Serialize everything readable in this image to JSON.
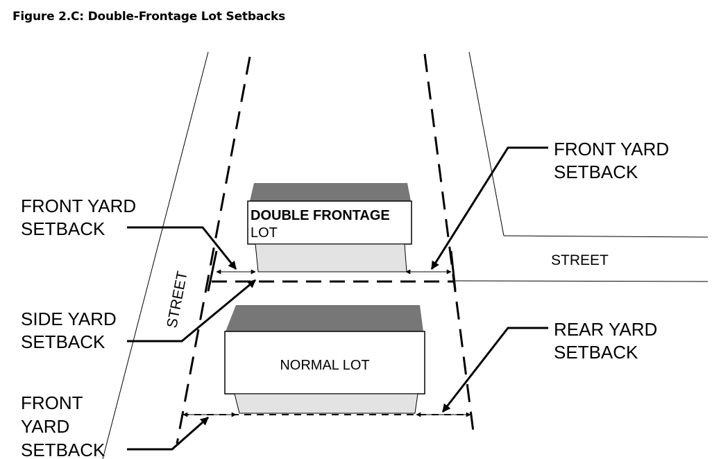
{
  "figure": {
    "title": "Figure 2.C: Double-Frontage Lot Setbacks"
  },
  "labels": {
    "front_yard_setback_left": [
      "FRONT YARD",
      "SETBACK"
    ],
    "front_yard_setback_right": [
      "FRONT YARD",
      "SETBACK"
    ],
    "side_yard_setback": [
      "SIDE YARD",
      "SETBACK"
    ],
    "rear_yard_setback": [
      "REAR YARD",
      "SETBACK"
    ],
    "front_yard_setback_bottom": [
      "FRONT",
      "YARD",
      "SETBACK"
    ],
    "street_right": "STREET",
    "street_left": "STREET",
    "double_frontage_lot": [
      "DOUBLE FRONTAGE",
      "LOT"
    ],
    "normal_lot": "NORMAL LOT"
  },
  "colors": {
    "ink": "#000000",
    "building_roof": "#777777",
    "building_face": "#ffffff",
    "building_base": "#e3e3e3"
  }
}
